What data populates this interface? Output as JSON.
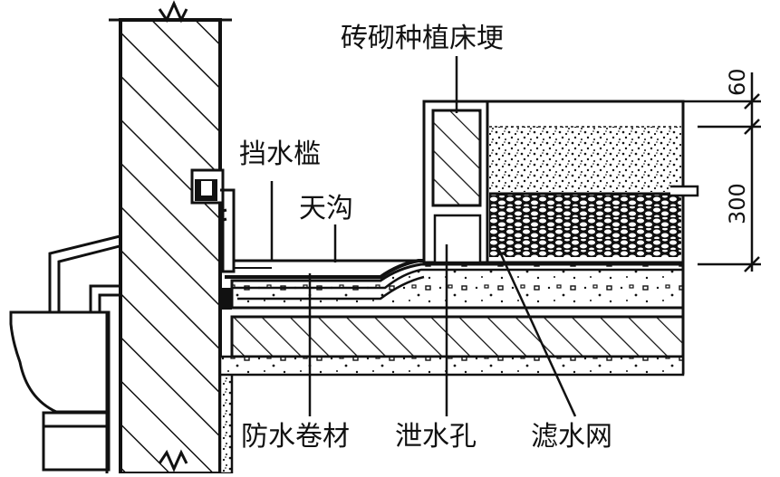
{
  "labels": {
    "brick_bed_curb": "砖砌种植床埂",
    "water_stop_sill": "挡水槛",
    "gutter": "天沟",
    "waterproof_membrane": "防水卷材",
    "drain_hole": "泄水孔",
    "filter_mesh": "滤水网"
  },
  "dimensions": {
    "top": "60",
    "main": "300"
  }
}
